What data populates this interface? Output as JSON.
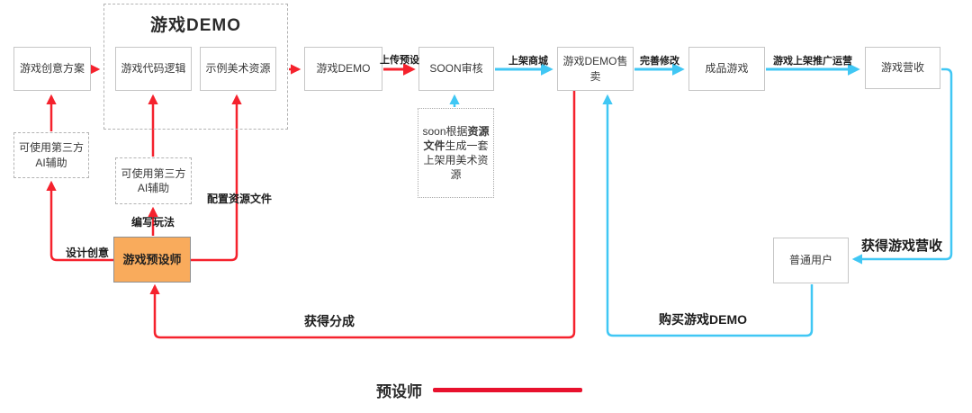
{
  "nodes": {
    "idea": "游戏创意方案",
    "code": "游戏代码逻辑",
    "art": "示例美术资源",
    "demo": "游戏DEMO",
    "review": "SOON审核",
    "sale": "游戏DEMO售卖",
    "finished": "成品游戏",
    "revenue": "游戏营收",
    "user": "普通用户",
    "designer": "游戏预设师",
    "ai_assist_1": "可使用第三方AI辅助",
    "ai_assist_2": "可使用第三方AI辅助"
  },
  "container_title": "游戏DEMO",
  "soon_note": {
    "pre": "soon根据",
    "bold": "资源文件",
    "post": "生成一套上架用美术资源"
  },
  "edge_labels": {
    "upload_preset": "上传预设",
    "list_store": "上架商城",
    "improve": "完善修改",
    "promote": "游戏上架推广运营",
    "config_resource": "配置资源文件",
    "write_gameplay": "编写玩法",
    "design_idea": "设计创意",
    "get_share": "获得分成",
    "buy_demo": "购买游戏DEMO",
    "get_revenue": "获得游戏营收"
  },
  "legend": {
    "label": "预设师"
  },
  "colors": {
    "red": "#f5222d",
    "legend_red": "#e8112d",
    "cyan": "#40c7f4",
    "orange_fill": "#f9ab5c"
  }
}
